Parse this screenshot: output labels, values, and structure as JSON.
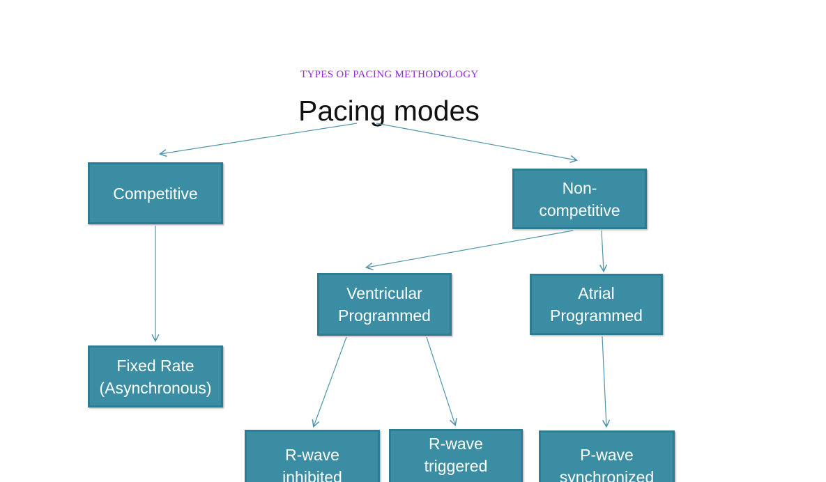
{
  "slide": {
    "eyebrow": "TYPES OF PACING METHODOLOGY",
    "title": "Pacing modes"
  },
  "colors": {
    "background": "#ffffff",
    "box_fill": "#3a8da3",
    "box_border": "#2e7c93",
    "box_text": "#ffffff",
    "arrow": "#4e94ab",
    "eyebrow": "#8f2bd5",
    "title": "#111111"
  },
  "diagram": {
    "root_label": "Pacing modes",
    "nodes": [
      {
        "id": "competitive",
        "label": "Competitive"
      },
      {
        "id": "non-competitive",
        "label": "Non-\ncompetitive"
      },
      {
        "id": "ventricular-programmed",
        "label": "Ventricular\nProgrammed"
      },
      {
        "id": "atrial-programmed",
        "label": "Atrial\nProgrammed"
      },
      {
        "id": "fixed-rate-asynchronous",
        "label": "Fixed Rate\n(Asynchronous)"
      },
      {
        "id": "r-wave-inhibited",
        "label": "R-wave\ninhibited"
      },
      {
        "id": "r-wave-triggered-standby",
        "label": "R-wave\ntriggered\n(standby)"
      },
      {
        "id": "p-wave-synchronized",
        "label": "P-wave\nsynchronized"
      }
    ],
    "edges": [
      {
        "from": "pacing-modes",
        "to": "competitive"
      },
      {
        "from": "pacing-modes",
        "to": "non-competitive"
      },
      {
        "from": "competitive",
        "to": "fixed-rate-asynchronous"
      },
      {
        "from": "non-competitive",
        "to": "ventricular-programmed"
      },
      {
        "from": "non-competitive",
        "to": "atrial-programmed"
      },
      {
        "from": "ventricular-programmed",
        "to": "r-wave-inhibited"
      },
      {
        "from": "ventricular-programmed",
        "to": "r-wave-triggered-standby"
      },
      {
        "from": "atrial-programmed",
        "to": "p-wave-synchronized"
      }
    ]
  }
}
